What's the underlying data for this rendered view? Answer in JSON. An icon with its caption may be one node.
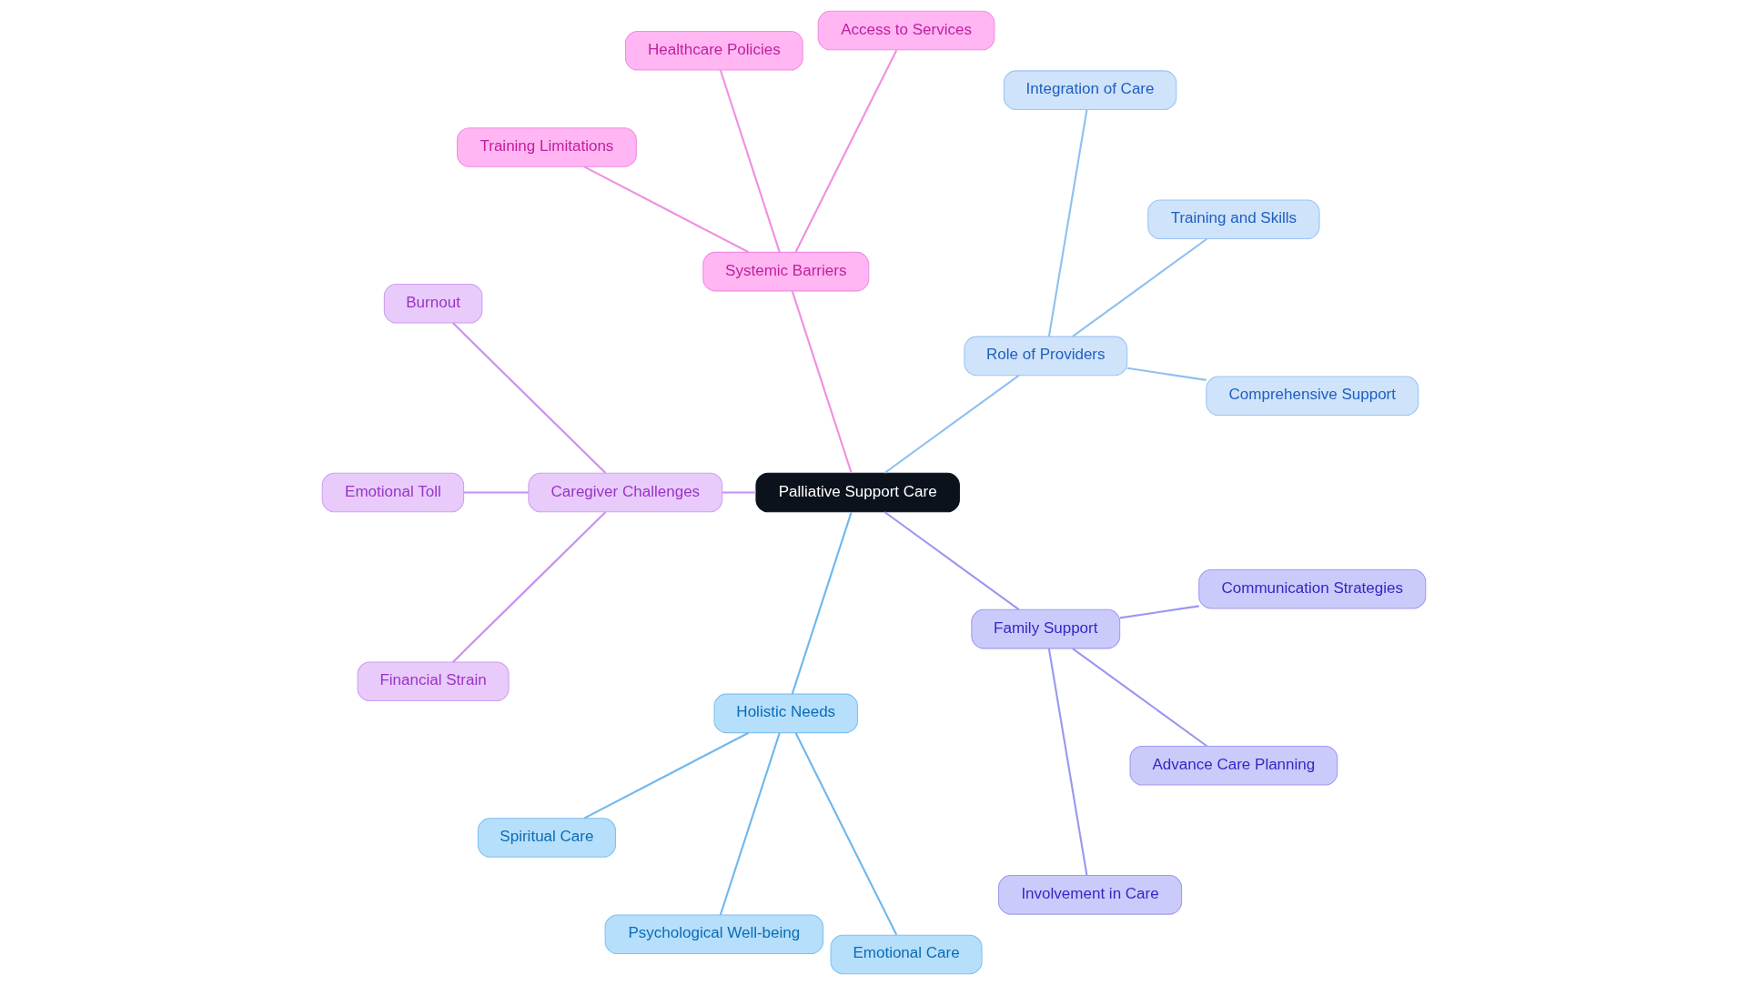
{
  "diagram": {
    "nodes": [
      {
        "text": [
          "Palliative Support Care"
        ]
      },
      {
        "text": [
          "Role of Providers"
        ]
      },
      {
        "text": [
          "Comprehensive Support"
        ]
      },
      {
        "text": [
          "Training and Skills"
        ]
      },
      {
        "text": [
          "Integration of Care"
        ]
      },
      {
        "text": [
          "Systemic Barriers"
        ]
      },
      {
        "text": [
          "Access to Services"
        ]
      },
      {
        "text": [
          "Healthcare Policies"
        ]
      },
      {
        "text": [
          "Training Limitations"
        ]
      },
      {
        "text": [
          "Caregiver Challenges"
        ]
      },
      {
        "text": [
          "Burnout"
        ]
      },
      {
        "text": [
          "Emotional Toll"
        ]
      },
      {
        "text": [
          "Financial Strain"
        ]
      },
      {
        "text": [
          "Holistic Needs"
        ]
      },
      {
        "text": [
          "Spiritual Care"
        ]
      },
      {
        "text": [
          "Psychological Well-being"
        ]
      },
      {
        "text": [
          "Emotional Care"
        ]
      },
      {
        "text": [
          "Family Support"
        ]
      },
      {
        "text": [
          "Involvement in Care"
        ]
      },
      {
        "text": [
          "Advance Care Planning"
        ]
      },
      {
        "text": [
          "Communication Strategies"
        ]
      }
    ],
    "edges": [
      {
        "from": 0,
        "to": 1,
        "arrow": "none",
        "color": "#90c0f0"
      },
      {
        "from": 1,
        "to": 2,
        "arrow": "none",
        "color": "#90c0f0"
      },
      {
        "from": 1,
        "to": 3,
        "arrow": "none",
        "color": "#90c0f0"
      },
      {
        "from": 1,
        "to": 4,
        "arrow": "none",
        "color": "#90c0f0"
      },
      {
        "from": 0,
        "to": 5,
        "arrow": "none",
        "color": "#f090e0"
      },
      {
        "from": 5,
        "to": 6,
        "arrow": "none",
        "color": "#f090e0"
      },
      {
        "from": 5,
        "to": 7,
        "arrow": "none",
        "color": "#f090e0"
      },
      {
        "from": 5,
        "to": 8,
        "arrow": "none",
        "color": "#f090e0"
      },
      {
        "from": 0,
        "to": 9,
        "arrow": "none",
        "color": "#c890f0"
      },
      {
        "from": 9,
        "to": 10,
        "arrow": "none",
        "color": "#c890f0"
      },
      {
        "from": 9,
        "to": 11,
        "arrow": "none",
        "color": "#c890f0"
      },
      {
        "from": 9,
        "to": 12,
        "arrow": "none",
        "color": "#c890f0"
      },
      {
        "from": 0,
        "to": 13,
        "arrow": "none",
        "color": "#70b8ec"
      },
      {
        "from": 13,
        "to": 14,
        "arrow": "none",
        "color": "#70b8ec"
      },
      {
        "from": 13,
        "to": 15,
        "arrow": "none",
        "color": "#70b8ec"
      },
      {
        "from": 13,
        "to": 16,
        "arrow": "none",
        "color": "#70b8ec"
      },
      {
        "from": 0,
        "to": 17,
        "arrow": "none",
        "color": "#9a98f0"
      },
      {
        "from": 17,
        "to": 18,
        "arrow": "none",
        "color": "#9a98f0"
      },
      {
        "from": 17,
        "to": 19,
        "arrow": "none",
        "color": "#9a98f0"
      },
      {
        "from": 17,
        "to": 20,
        "arrow": "none",
        "color": "#9a98f0"
      }
    ]
  }
}
